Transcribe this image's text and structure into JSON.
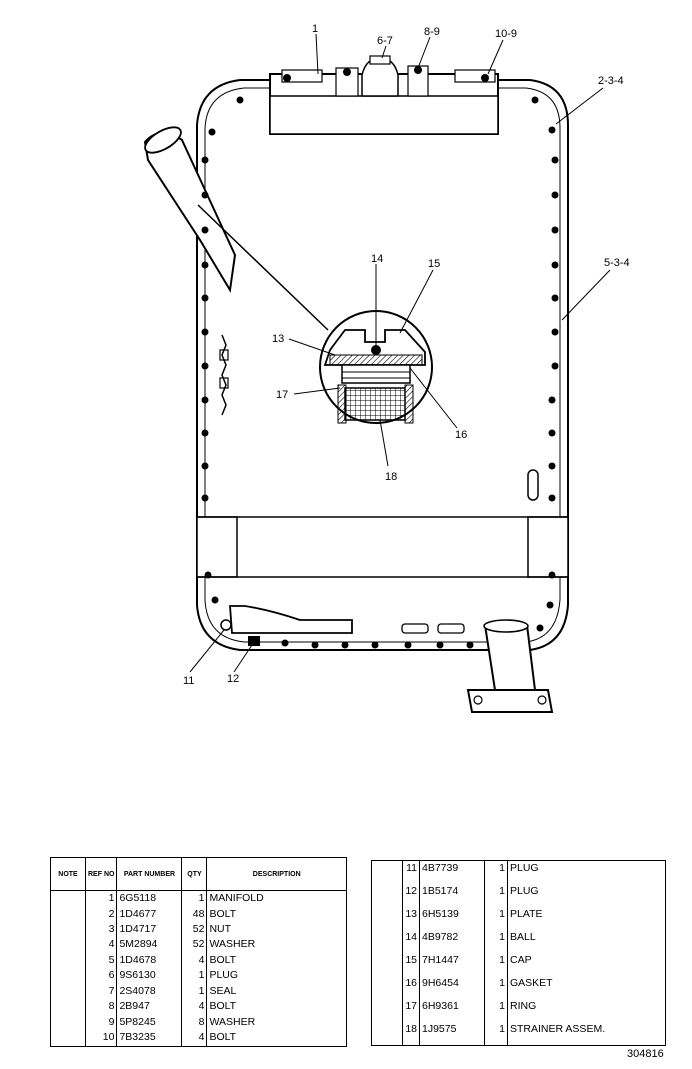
{
  "callouts": {
    "c1": "1",
    "c6_7": "6-7",
    "c8_9": "8-9",
    "c10_9": "10-9",
    "c2_3_4": "2-3-4",
    "c5_3_4": "5-3-4",
    "c13": "13",
    "c14": "14",
    "c15": "15",
    "c16": "16",
    "c17": "17",
    "c18": "18",
    "c11": "11",
    "c12": "12"
  },
  "table_headers": {
    "note": "NOTE",
    "ref_no": "REF NO",
    "part_number": "PART NUMBER",
    "qty": "QTY",
    "description": "DESCRIPTION"
  },
  "parts_left": [
    {
      "ref": "1",
      "part": "6G5118",
      "qty": "1",
      "desc": "MANIFOLD"
    },
    {
      "ref": "2",
      "part": "1D4677",
      "qty": "48",
      "desc": "BOLT"
    },
    {
      "ref": "3",
      "part": "1D4717",
      "qty": "52",
      "desc": "NUT"
    },
    {
      "ref": "4",
      "part": "5M2894",
      "qty": "52",
      "desc": "WASHER"
    },
    {
      "ref": "5",
      "part": "1D4678",
      "qty": "4",
      "desc": "BOLT"
    },
    {
      "ref": "6",
      "part": "9S6130",
      "qty": "1",
      "desc": "PLUG"
    },
    {
      "ref": "7",
      "part": "2S4078",
      "qty": "1",
      "desc": "SEAL"
    },
    {
      "ref": "8",
      "part": "2B947",
      "qty": "4",
      "desc": "BOLT"
    },
    {
      "ref": "9",
      "part": "5P8245",
      "qty": "8",
      "desc": "WASHER"
    },
    {
      "ref": "10",
      "part": "7B3235",
      "qty": "4",
      "desc": "BOLT"
    }
  ],
  "parts_right": [
    {
      "ref": "11",
      "part": "4B7739",
      "qty": "1",
      "desc": "PLUG"
    },
    {
      "ref": "12",
      "part": "1B5174",
      "qty": "1",
      "desc": "PLUG"
    },
    {
      "ref": "13",
      "part": "6H5139",
      "qty": "1",
      "desc": "PLATE"
    },
    {
      "ref": "14",
      "part": "4B9782",
      "qty": "1",
      "desc": "BALL"
    },
    {
      "ref": "15",
      "part": "7H1447",
      "qty": "1",
      "desc": "CAP"
    },
    {
      "ref": "16",
      "part": "9H6454",
      "qty": "1",
      "desc": "GASKET"
    },
    {
      "ref": "17",
      "part": "6H9361",
      "qty": "1",
      "desc": "RING"
    },
    {
      "ref": "18",
      "part": "1J9575",
      "qty": "1",
      "desc": "STRAINER ASSEM."
    }
  ],
  "figure_number": "304816"
}
